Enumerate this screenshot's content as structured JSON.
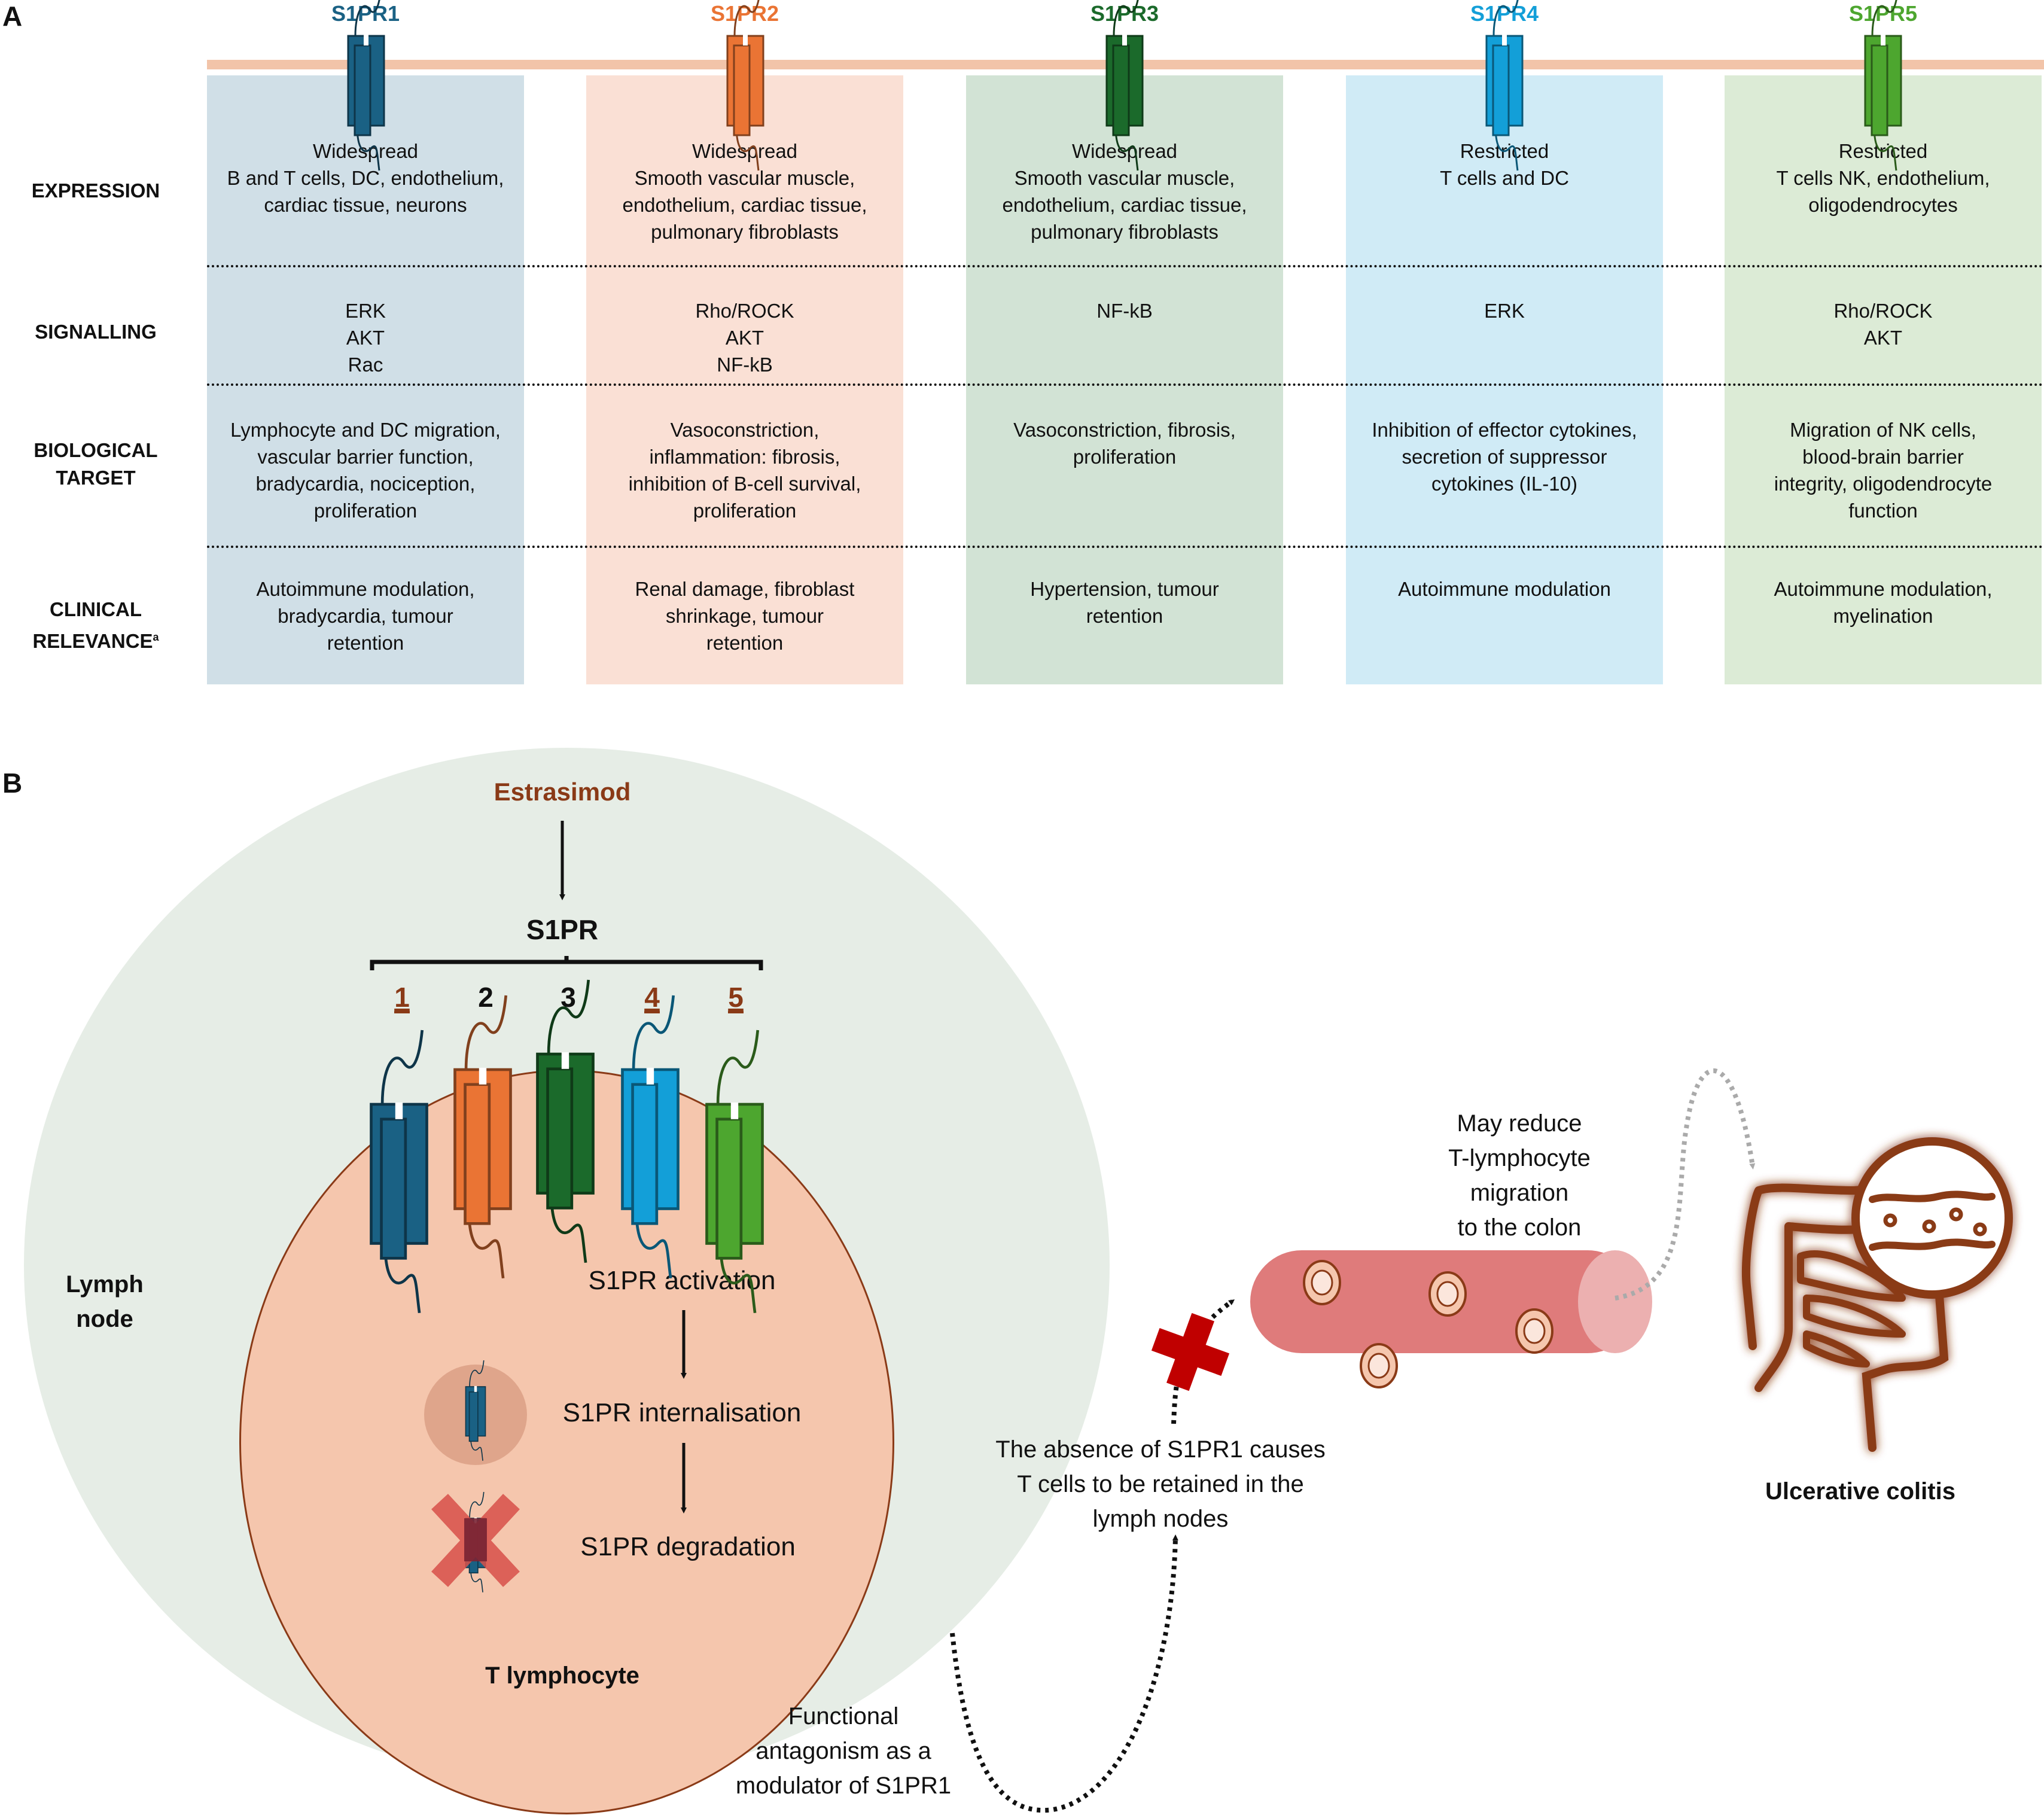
{
  "panel_a": {
    "letter": "A",
    "row_labels": [
      {
        "line1": "EXPRESSION",
        "line2": "",
        "sup": ""
      },
      {
        "line1": "SIGNALLING",
        "line2": "",
        "sup": ""
      },
      {
        "line1": "BIOLOGICAL",
        "line2": "TARGET",
        "sup": ""
      },
      {
        "line1": "CLINICAL",
        "line2": "RELEVANCE",
        "sup": "a"
      }
    ],
    "receptors": [
      {
        "name": "S1PR1",
        "color": "#1a6184",
        "bg": "#d0dfe7",
        "expression": [
          "Widespread",
          "B and T cells, DC, endothelium,",
          "cardiac tissue, neurons"
        ],
        "signalling": [
          "ERK",
          "AKT",
          "Rac"
        ],
        "biological_target": [
          "Lymphocyte and DC migration,",
          "vascular barrier function,",
          "bradycardia, nociception,",
          "proliferation"
        ],
        "clinical_relevance": [
          "Autoimmune modulation,",
          "bradycardia, tumour",
          "retention"
        ]
      },
      {
        "name": "S1PR2",
        "color": "#ea7434",
        "bg": "#fae0d5",
        "expression": [
          "Widespread",
          "Smooth vascular muscle,",
          "endothelium, cardiac tissue,",
          "pulmonary fibroblasts"
        ],
        "signalling": [
          "Rho/ROCK",
          "AKT",
          "NF-kB"
        ],
        "biological_target": [
          "Vasoconstriction,",
          "inflammation: fibrosis,",
          "inhibition of B-cell survival,",
          "proliferation"
        ],
        "clinical_relevance": [
          "Renal damage, fibroblast",
          "shrinkage, tumour",
          "retention"
        ]
      },
      {
        "name": "S1PR3",
        "color": "#1b6a2b",
        "bg": "#d2e3d5",
        "expression": [
          "Widespread",
          "Smooth vascular muscle,",
          "endothelium, cardiac tissue,",
          "pulmonary fibroblasts"
        ],
        "signalling": [
          "NF-kB"
        ],
        "biological_target": [
          "Vasoconstriction, fibrosis,",
          "proliferation"
        ],
        "clinical_relevance": [
          "Hypertension, tumour",
          "retention"
        ]
      },
      {
        "name": "S1PR4",
        "color": "#139fd8",
        "bg": "#d0ebf6",
        "expression": [
          "Restricted",
          "T cells and DC"
        ],
        "signalling": [
          "ERK"
        ],
        "biological_target": [
          "Inhibition of effector cytokines,",
          "secretion of suppressor",
          "cytokines (IL-10)"
        ],
        "clinical_relevance": [
          "Autoimmune modulation"
        ]
      },
      {
        "name": "S1PR5",
        "color": "#4da62f",
        "bg": "#dcebd6",
        "expression": [
          "Restricted",
          "T cells NK, endothelium,",
          "oligodendrocytes"
        ],
        "signalling": [
          "Rho/ROCK",
          "AKT"
        ],
        "biological_target": [
          "Migration of NK cells,",
          "blood-brain barrier",
          "integrity, oligodendrocyte",
          "function"
        ],
        "clinical_relevance": [
          "Autoimmune modulation,",
          "myelination"
        ]
      }
    ]
  },
  "panel_b": {
    "letter": "B",
    "drug": "Estrasimod",
    "target": "S1PR",
    "subtypes": [
      {
        "label": "1",
        "targeted": true
      },
      {
        "label": "2",
        "targeted": false
      },
      {
        "label": "3",
        "targeted": false
      },
      {
        "label": "4",
        "targeted": true
      },
      {
        "label": "5",
        "targeted": true
      }
    ],
    "steps": [
      "S1PR activation",
      "S1PR internalisation",
      "S1PR degradation"
    ],
    "lymph_node_label": [
      "Lymph",
      "node"
    ],
    "cell_label": "T lymphocyte",
    "functional_antagonism": [
      "Functional",
      "antagonism as a",
      "modulator of S1PR1"
    ],
    "absence_note": [
      "The absence of S1PR1 causes",
      "T cells to be retained in the",
      "lymph nodes"
    ],
    "migration_note": [
      "May reduce",
      "T-lymphocyte migration",
      "to the colon"
    ],
    "disease": "Ulcerative colitis",
    "colors": {
      "drug": "#8a3a17",
      "lymph_node": "#e6ede6",
      "t_cell": "#f5c6ad",
      "vessel": "#df7b7b",
      "block_cross": "#c00000",
      "colon": "#8a3a17"
    }
  }
}
